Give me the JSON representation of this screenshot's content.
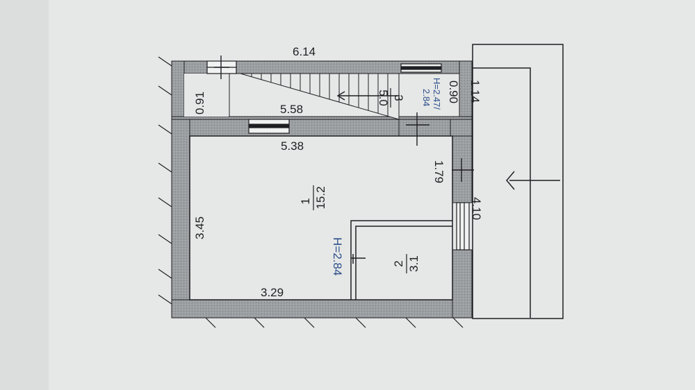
{
  "plan": {
    "colors": {
      "paper": "#e6e7e7",
      "wall": "#9b9ea1",
      "line": "#1e1f22",
      "annotation": "#2b4f8a"
    },
    "dimensions": {
      "top_length": "6.14",
      "top_left_height": "0.91",
      "corridor_length": "5.58",
      "top_right_width": "0.90",
      "top_right_outer": "1.14",
      "room_top_length": "5.38",
      "right_upper_length": "1.79",
      "right_total_length": "4.10",
      "left_height": "3.45",
      "bottom_length": "3.29"
    },
    "rooms": [
      {
        "number": "1",
        "area": "15.2"
      },
      {
        "number": "2",
        "area": "3.1"
      },
      {
        "number": "3",
        "area": "5.0"
      }
    ],
    "heights": {
      "stair_height": "H=2.47/",
      "stair_height_2": "2.84",
      "room_height": "H=2.84"
    }
  }
}
